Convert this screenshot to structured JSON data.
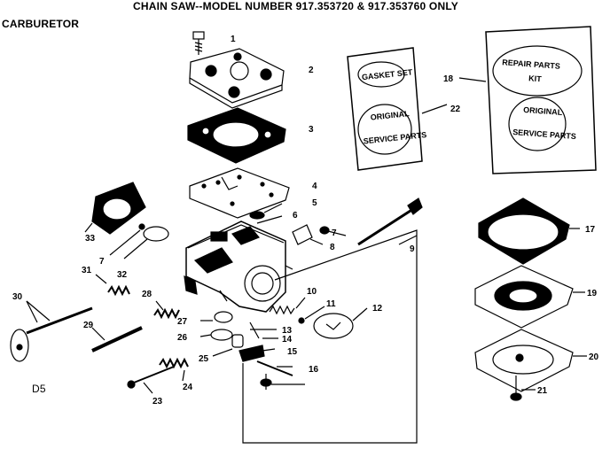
{
  "header": {
    "title": "CHAIN SAW--MODEL NUMBER 917.353720 & 917.353760 ONLY",
    "section": "CARBURETOR",
    "diagram_code": "D5"
  },
  "kits": {
    "gasket_label": "GASKET SET",
    "repair_label_1": "REPAIR PARTS",
    "repair_label_2": "KIT",
    "seal_line_1": "ORIGINAL",
    "seal_line_2": "SERVICE PARTS"
  },
  "callouts": [
    {
      "number": "1"
    },
    {
      "number": "2"
    },
    {
      "number": "3"
    },
    {
      "number": "4"
    },
    {
      "number": "5"
    },
    {
      "number": "6"
    },
    {
      "number": "7"
    },
    {
      "number": "7"
    },
    {
      "number": "8"
    },
    {
      "number": "9"
    },
    {
      "number": "10"
    },
    {
      "number": "11"
    },
    {
      "number": "12"
    },
    {
      "number": "13"
    },
    {
      "number": "14"
    },
    {
      "number": "15"
    },
    {
      "number": "16"
    },
    {
      "number": "17"
    },
    {
      "number": "18"
    },
    {
      "number": "19"
    },
    {
      "number": "20"
    },
    {
      "number": "21"
    },
    {
      "number": "22"
    },
    {
      "number": "23"
    },
    {
      "number": "24"
    },
    {
      "number": "25"
    },
    {
      "number": "26"
    },
    {
      "number": "27"
    },
    {
      "number": "28"
    },
    {
      "number": "29"
    },
    {
      "number": "30"
    },
    {
      "number": "31"
    },
    {
      "number": "32"
    },
    {
      "number": "33"
    }
  ]
}
